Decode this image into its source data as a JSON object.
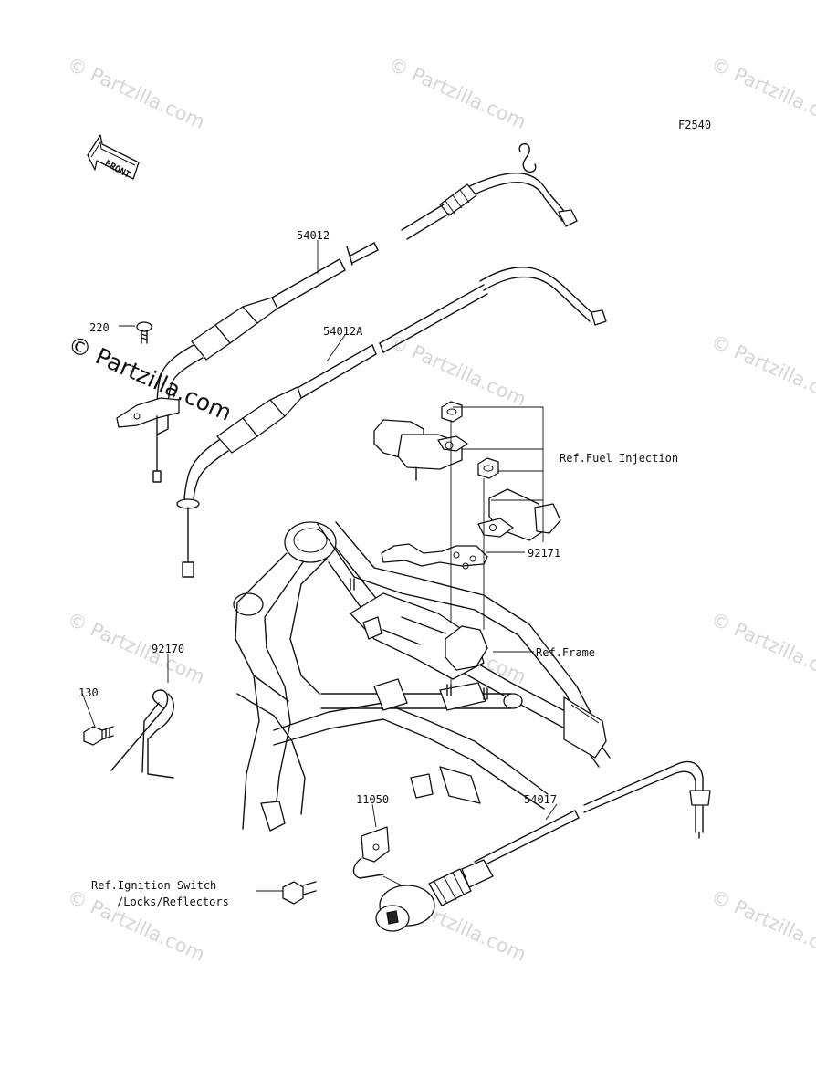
{
  "figure_code": "F2540",
  "front_arrow_label": "FRONT",
  "watermark_text": "© Partzilla.com",
  "watermark_main": "© Partzilla.com",
  "parts": {
    "p54012": "54012",
    "p54012a": "54012A",
    "p220": "220",
    "p92171": "92171",
    "p92170": "92170",
    "p130": "130",
    "p11050": "11050",
    "p54017": "54017"
  },
  "refs": {
    "fuel_injection": "Ref.Fuel Injection",
    "frame": "Ref.Frame",
    "ignition_line1": "Ref.Ignition Switch",
    "ignition_line2": "/Locks/Reflectors"
  }
}
